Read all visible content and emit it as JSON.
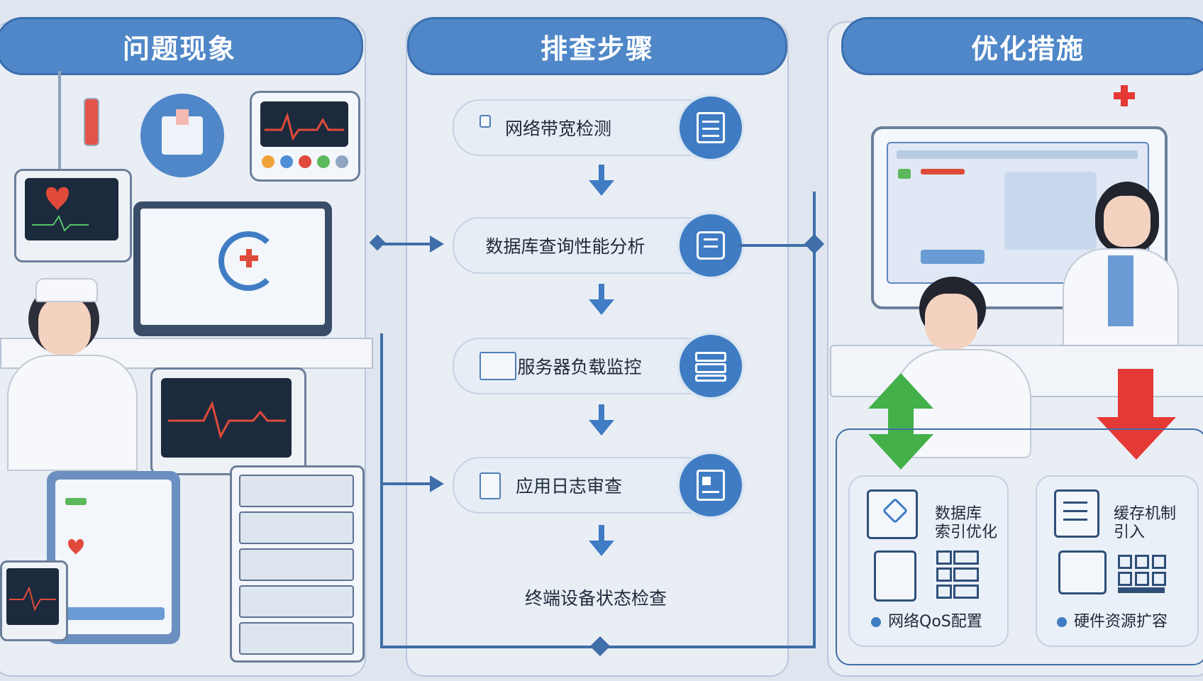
{
  "columns": {
    "left": {
      "title": "问题现象"
    },
    "middle": {
      "title": "排查步骤"
    },
    "right": {
      "title": "优化措施"
    }
  },
  "steps": [
    {
      "label": "网络带宽检测",
      "icon": "checklist-icon"
    },
    {
      "label": "数据库查询性能分析",
      "icon": "database-icon"
    },
    {
      "label": "服务器负载监控",
      "icon": "server-stack-icon"
    },
    {
      "label": "应用日志审查",
      "icon": "log-document-icon"
    },
    {
      "label": "终端设备状态检查"
    }
  ],
  "measures": {
    "card1": {
      "items": [
        {
          "label": "数据库\n索引优化",
          "icon": "database-index-icon"
        },
        {
          "label": "网络QoS配置",
          "icon": "network-qos-icon",
          "bullet": true
        }
      ]
    },
    "card2": {
      "items": [
        {
          "label": "缓存机制\n引入",
          "icon": "cache-icon"
        },
        {
          "label": "硬件资源扩容",
          "icon": "hardware-icon",
          "bullet": true
        }
      ]
    }
  },
  "colors": {
    "header_blue": "#4f87c8",
    "accent_blue": "#3f7cc4",
    "alert_red": "#e53935",
    "ok_green": "#43b04a",
    "background": "#dfe6ef"
  }
}
